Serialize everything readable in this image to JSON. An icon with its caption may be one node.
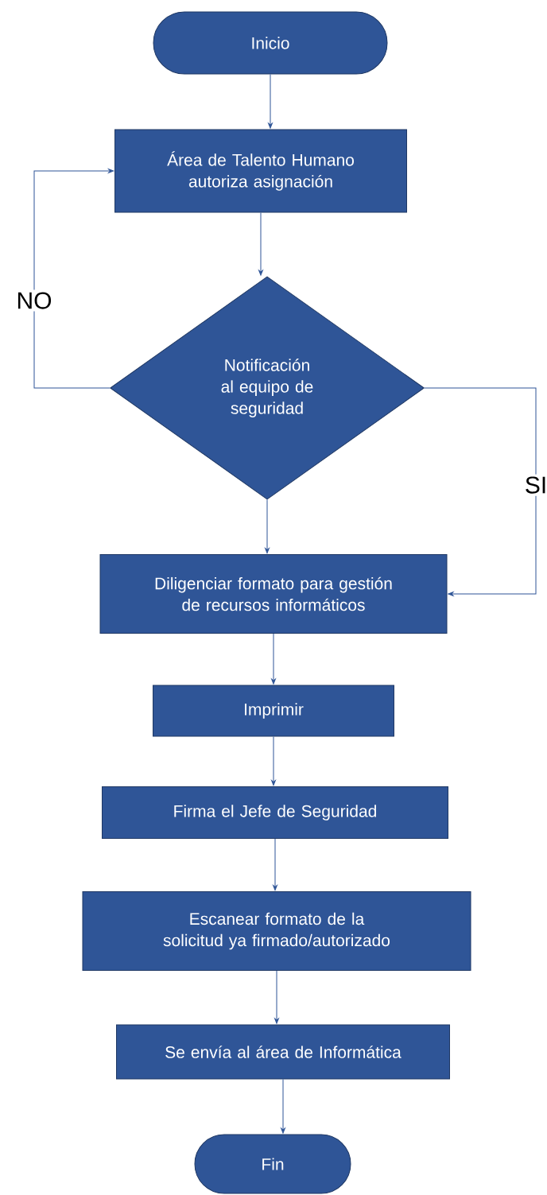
{
  "diagram": {
    "nodes": [
      {
        "text": [
          "Inicio"
        ]
      },
      {
        "text": [
          "Área de Talento Humano autoriza asignación"
        ]
      },
      {
        "text": [
          "Notificación al equipo de seguridad"
        ]
      },
      {
        "text": [
          "Diligenciar formato para gestión de recursos informáticos"
        ]
      },
      {
        "text": [
          "Imprimir"
        ]
      },
      {
        "text": [
          "Firma el Jefe de Seguridad"
        ]
      },
      {
        "text": [
          "Escanear formato de la solicitud ya firmado/autorizado"
        ]
      },
      {
        "text": [
          "Se envía al área de Informática"
        ]
      },
      {
        "text": [
          "Fin"
        ]
      }
    ],
    "edges": [
      {
        "from": 0,
        "to": 1,
        "arrow": "to"
      },
      {
        "from": 1,
        "to": 2,
        "arrow": "to"
      },
      {
        "from": 2,
        "to": 1,
        "arrow": "to",
        "label": "NO"
      },
      {
        "from": 2,
        "to": 3,
        "arrow": "to"
      },
      {
        "from": 2,
        "to": 3,
        "arrow": "to",
        "label": "SI"
      },
      {
        "from": 3,
        "to": 4,
        "arrow": "to"
      },
      {
        "from": 4,
        "to": 5,
        "arrow": "to"
      },
      {
        "from": 5,
        "to": 6,
        "arrow": "to"
      },
      {
        "from": 6,
        "to": 7,
        "arrow": "to"
      },
      {
        "from": 7,
        "to": 8,
        "arrow": "to"
      }
    ]
  }
}
